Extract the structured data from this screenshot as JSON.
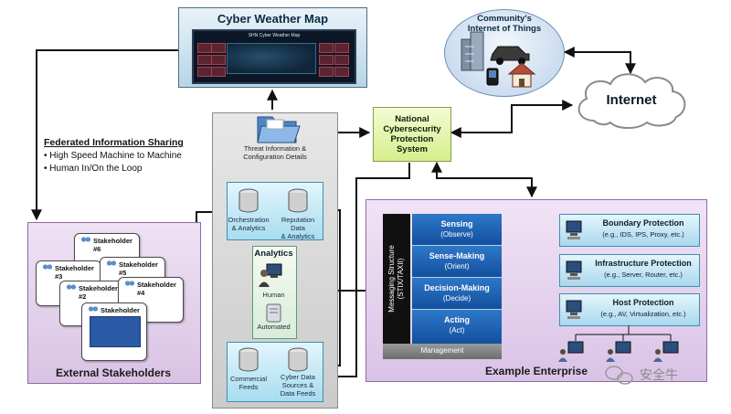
{
  "cyber_weather_map": {
    "title": "Cyber Weather Map",
    "screen_caption": "SHN Cyber Weather Map"
  },
  "iot": {
    "title_line1": "Community's",
    "title_line2": "Internet of Things"
  },
  "internet": {
    "label": "Internet"
  },
  "federated": {
    "title": "Federated Information Sharing",
    "bullets": [
      "High Speed Machine to Machine",
      "Human In/On the Loop"
    ]
  },
  "ncps": {
    "line1": "National",
    "line2": "Cybersecurity",
    "line3": "Protection",
    "line4": "System"
  },
  "central": {
    "threat_line1": "Threat Information &",
    "threat_line2": "Configuration Details",
    "orch_line1": "Orchestration",
    "orch_line2": "& Analytics",
    "rep_line1": "Reputation Data",
    "rep_line2": "& Analytics",
    "analytics_title": "Analytics",
    "human": "Human",
    "automated": "Automated",
    "commercial_line1": "Commercial",
    "commercial_line2": "Feeds",
    "cyberdata_line1": "Cyber Data",
    "cyberdata_line2": "Sources &",
    "cyberdata_line3": "Data Feeds"
  },
  "external": {
    "label": "External Stakeholders",
    "stakeholders": [
      "Stakeholder #6",
      "Stakeholder #3",
      "Stakeholder #5",
      "Stakeholder #2",
      "Stakeholder #4",
      "Stakeholder #1"
    ]
  },
  "enterprise": {
    "label": "Example Enterprise",
    "messaging_line1": "Messaging Structure",
    "messaging_line2": "(STIX/TAXII)",
    "management": "Management",
    "phases": [
      {
        "title": "Sensing",
        "sub": "(Observe)"
      },
      {
        "title": "Sense-Making",
        "sub": "(Orient)"
      },
      {
        "title": "Decision-Making",
        "sub": "(Decide)"
      },
      {
        "title": "Acting",
        "sub": "(Act)"
      }
    ],
    "protections": [
      {
        "title": "Boundary Protection",
        "sub": "(e.g., IDS, IPS, Proxy, etc.)"
      },
      {
        "title": "Infrastructure Protection",
        "sub": "(e.g., Server, Router, etc.)"
      },
      {
        "title": "Host Protection",
        "sub": "(e.g., AV, Virtualization, etc.)"
      }
    ]
  },
  "watermark": {
    "text": "安全牛"
  }
}
